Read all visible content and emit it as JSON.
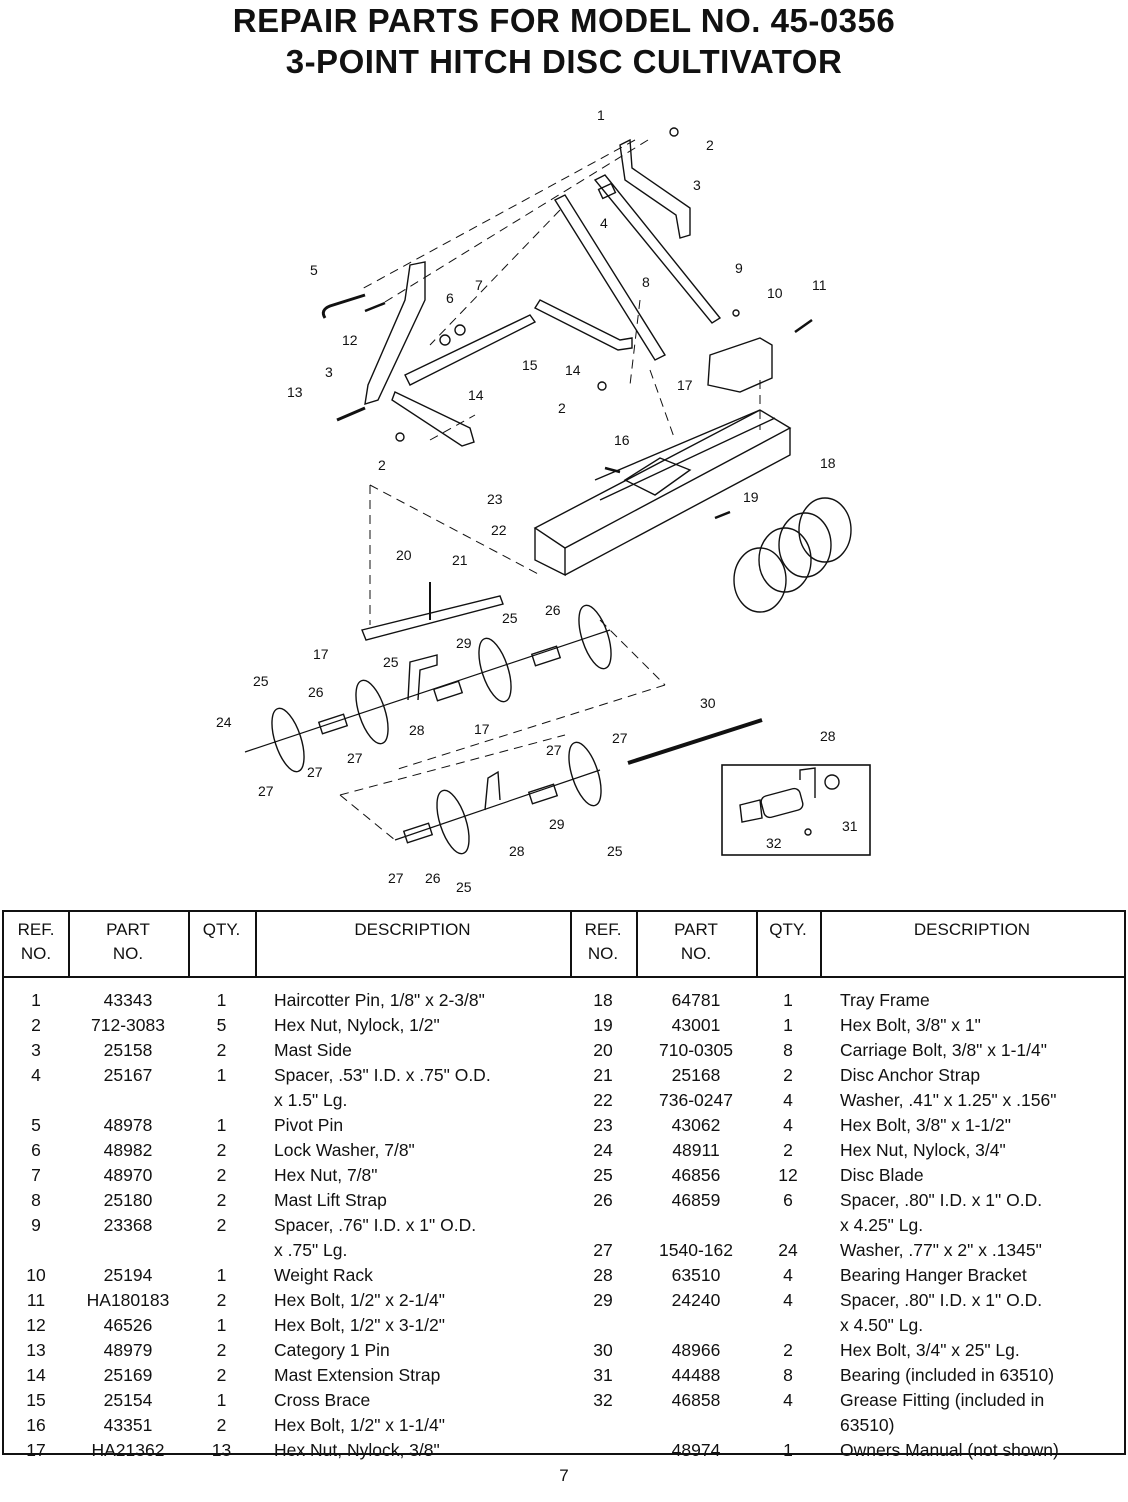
{
  "title_line1": "REPAIR PARTS FOR MODEL NO. 45-0356",
  "title_line2": "3-POINT HITCH DISC CULTIVATOR",
  "callouts": [
    {
      "label": "1"
    },
    {
      "label": "2"
    },
    {
      "label": "3"
    },
    {
      "label": "4"
    },
    {
      "label": "5"
    },
    {
      "label": "6"
    },
    {
      "label": "7"
    },
    {
      "label": "12"
    },
    {
      "label": "3"
    },
    {
      "label": "13"
    },
    {
      "label": "15"
    },
    {
      "label": "14"
    },
    {
      "label": "14"
    },
    {
      "label": "2"
    },
    {
      "label": "2"
    },
    {
      "label": "8"
    },
    {
      "label": "9"
    },
    {
      "label": "10"
    },
    {
      "label": "11"
    },
    {
      "label": "17"
    },
    {
      "label": "16"
    },
    {
      "label": "18"
    },
    {
      "label": "23"
    },
    {
      "label": "19"
    },
    {
      "label": "22"
    },
    {
      "label": "20"
    },
    {
      "label": "21"
    },
    {
      "label": "25"
    },
    {
      "label": "26"
    },
    {
      "label": "17"
    },
    {
      "label": "25"
    },
    {
      "label": "29"
    },
    {
      "label": "25"
    },
    {
      "label": "26"
    },
    {
      "label": "24"
    },
    {
      "label": "28"
    },
    {
      "label": "17"
    },
    {
      "label": "27"
    },
    {
      "label": "27"
    },
    {
      "label": "27"
    },
    {
      "label": "27"
    },
    {
      "label": "30"
    },
    {
      "label": "27"
    },
    {
      "label": "28"
    },
    {
      "label": "29"
    },
    {
      "label": "28"
    },
    {
      "label": "25"
    },
    {
      "label": "27"
    },
    {
      "label": "26"
    },
    {
      "label": "25"
    },
    {
      "label": "32"
    },
    {
      "label": "31"
    }
  ],
  "table": {
    "headers": {
      "ref_l1": "REF.",
      "ref_l2": "NO.",
      "part_l1": "PART",
      "part_l2": "NO.",
      "qty": "QTY.",
      "desc": "DESCRIPTION"
    },
    "left": [
      {
        "ref": "1",
        "part": "43343",
        "qty": "1",
        "desc": "Haircotter Pin, 1/8\" x 2-3/8\""
      },
      {
        "ref": "2",
        "part": "712-3083",
        "qty": "5",
        "desc": "Hex Nut, Nylock, 1/2\""
      },
      {
        "ref": "3",
        "part": "25158",
        "qty": "2",
        "desc": "Mast Side"
      },
      {
        "ref": "4",
        "part": "25167",
        "qty": "1",
        "desc": "Spacer, .53\" I.D. x .75\" O.D."
      },
      {
        "ref": "",
        "part": "",
        "qty": "",
        "desc": "x 1.5\" Lg."
      },
      {
        "ref": "5",
        "part": "48978",
        "qty": "1",
        "desc": "Pivot Pin"
      },
      {
        "ref": "6",
        "part": "48982",
        "qty": "2",
        "desc": "Lock Washer, 7/8\""
      },
      {
        "ref": "7",
        "part": "48970",
        "qty": "2",
        "desc": "Hex Nut, 7/8\""
      },
      {
        "ref": "8",
        "part": "25180",
        "qty": "2",
        "desc": "Mast Lift Strap"
      },
      {
        "ref": "9",
        "part": "23368",
        "qty": "2",
        "desc": "Spacer, .76\" I.D. x 1\" O.D."
      },
      {
        "ref": "",
        "part": "",
        "qty": "",
        "desc": "x .75\" Lg."
      },
      {
        "ref": "10",
        "part": "25194",
        "qty": "1",
        "desc": "Weight Rack"
      },
      {
        "ref": "11",
        "part": "HA180183",
        "qty": "2",
        "desc": "Hex Bolt, 1/2\" x 2-1/4\""
      },
      {
        "ref": "12",
        "part": "46526",
        "qty": "1",
        "desc": "Hex Bolt, 1/2\" x 3-1/2\""
      },
      {
        "ref": "13",
        "part": "48979",
        "qty": "2",
        "desc": "Category 1 Pin"
      },
      {
        "ref": "14",
        "part": "25169",
        "qty": "2",
        "desc": "Mast Extension Strap"
      },
      {
        "ref": "15",
        "part": "25154",
        "qty": "1",
        "desc": "Cross Brace"
      },
      {
        "ref": "16",
        "part": "43351",
        "qty": "2",
        "desc": "Hex Bolt, 1/2\" x 1-1/4\""
      },
      {
        "ref": "17",
        "part": "HA21362",
        "qty": "13",
        "desc": "Hex Nut, Nylock, 3/8\""
      }
    ],
    "right": [
      {
        "ref": "18",
        "part": "64781",
        "qty": "1",
        "desc": "Tray Frame"
      },
      {
        "ref": "19",
        "part": "43001",
        "qty": "1",
        "desc": "Hex Bolt, 3/8\" x 1\""
      },
      {
        "ref": "20",
        "part": "710-0305",
        "qty": "8",
        "desc": "Carriage Bolt, 3/8\" x 1-1/4\""
      },
      {
        "ref": "21",
        "part": "25168",
        "qty": "2",
        "desc": "Disc Anchor Strap"
      },
      {
        "ref": "22",
        "part": "736-0247",
        "qty": "4",
        "desc": "Washer, .41\" x 1.25\" x .156\""
      },
      {
        "ref": "23",
        "part": "43062",
        "qty": "4",
        "desc": "Hex Bolt, 3/8\" x 1-1/2\""
      },
      {
        "ref": "24",
        "part": "48911",
        "qty": "2",
        "desc": "Hex Nut, Nylock, 3/4\""
      },
      {
        "ref": "25",
        "part": "46856",
        "qty": "12",
        "desc": "Disc Blade"
      },
      {
        "ref": "26",
        "part": "46859",
        "qty": "6",
        "desc": "Spacer, .80\" I.D. x 1\" O.D."
      },
      {
        "ref": "",
        "part": "",
        "qty": "",
        "desc": "x 4.25\" Lg."
      },
      {
        "ref": "27",
        "part": "1540-162",
        "qty": "24",
        "desc": "Washer, .77\" x 2\" x .1345\""
      },
      {
        "ref": "28",
        "part": "63510",
        "qty": "4",
        "desc": "Bearing Hanger Bracket"
      },
      {
        "ref": "29",
        "part": "24240",
        "qty": "4",
        "desc": "Spacer, .80\" I.D. x 1\" O.D."
      },
      {
        "ref": "",
        "part": "",
        "qty": "",
        "desc": "x 4.50\" Lg."
      },
      {
        "ref": "30",
        "part": "48966",
        "qty": "2",
        "desc": "Hex Bolt, 3/4\" x 25\" Lg."
      },
      {
        "ref": "31",
        "part": "44488",
        "qty": "8",
        "desc": "Bearing (included in 63510)"
      },
      {
        "ref": "32",
        "part": "46858",
        "qty": "4",
        "desc": "Grease Fitting (included in"
      },
      {
        "ref": "",
        "part": "",
        "qty": "",
        "desc": "63510)"
      },
      {
        "ref": "",
        "part": "48974",
        "qty": "1",
        "desc": "Owners Manual (not shown)"
      }
    ]
  },
  "page_number": "7"
}
